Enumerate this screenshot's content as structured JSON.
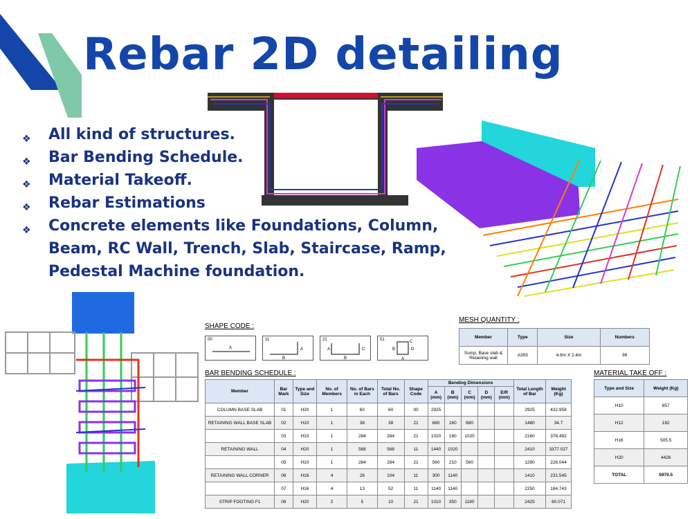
{
  "title": "Rebar 2D detailing",
  "bullets": [
    "All kind of structures.",
    "Bar Bending Schedule.",
    "Material Takeoff.",
    "Rebar Estimations",
    "Concrete elements like Foundations, Column, Beam, RC Wall, Trench, Slab, Staircase, Ramp, Pedestal  Machine foundation."
  ],
  "shape_code": {
    "label": "SHAPE CODE :",
    "codes": [
      "00",
      "11",
      "21",
      "51"
    ],
    "dims": [
      "A",
      "B",
      "C",
      "D"
    ]
  },
  "mesh_quantity": {
    "label": "MESH QUANTITY :",
    "headers": [
      "Member",
      "Type",
      "Size",
      "Numbers"
    ],
    "rows": [
      [
        "Sump, Base slab & Retaining wall",
        "A393",
        "4.8m X 2.4m",
        "98"
      ]
    ]
  },
  "material_takeoff": {
    "label": "MATERIAL TAKE OFF :",
    "headers": [
      "Type and Size",
      "Weight (Kg)"
    ],
    "rows": [
      [
        "H10",
        "857"
      ],
      [
        "H12",
        "182"
      ],
      [
        "H16",
        "505.5"
      ],
      [
        "H20",
        "4426"
      ]
    ],
    "total": [
      "TOTAL",
      "5970.5"
    ]
  },
  "bbs": {
    "label": "BAR BENDING SCHEDULE :",
    "headers": {
      "member": "Member",
      "bar_mark": "Bar Mark",
      "type_size": "Type and Size",
      "no_members": "No. of Members",
      "bars_each": "No. of Bars in Each",
      "total_bars": "Total No. of Bars",
      "shape_code": "Shape Code",
      "bending": "Bending Dimensions",
      "dims": [
        "A (mm)",
        "B (mm)",
        "C (mm)",
        "D (mm)",
        "E/R (mm)"
      ],
      "total_length": "Total Length of Bar",
      "weight": "Weight (Kg)"
    },
    "rows": [
      [
        "COLUMN BASE SLAB",
        "01",
        "H20",
        "1",
        "60",
        "60",
        "00",
        "2925",
        "",
        "",
        "",
        "",
        "2925",
        "432.958"
      ],
      [
        "RETAINING WALL BASE SLAB",
        "02",
        "H10",
        "1",
        "38",
        "38",
        "21",
        "680",
        "160",
        "680",
        "",
        "",
        "1480",
        "34.7"
      ],
      [
        "",
        "03",
        "H10",
        "1",
        "284",
        "284",
        "21",
        "1020",
        "160",
        "1020",
        "",
        "",
        "2160",
        "378.492"
      ],
      [
        "RETAINING WALL",
        "04",
        "H20",
        "1",
        "568",
        "568",
        "11",
        "1440",
        "1020",
        "",
        "",
        "",
        "2410",
        "3377.027"
      ],
      [
        "",
        "05",
        "H10",
        "1",
        "284",
        "284",
        "21",
        "560",
        "210",
        "560",
        "",
        "",
        "1290",
        "226.044"
      ],
      [
        "RETAINING WALL CORNER",
        "06",
        "H16",
        "4",
        "26",
        "104",
        "11",
        "300",
        "1140",
        "",
        "",
        "",
        "1410",
        "231.545"
      ],
      [
        "",
        "07",
        "H16",
        "4",
        "13",
        "52",
        "11",
        "1140",
        "1140",
        "",
        "",
        "",
        "2250",
        "184.743"
      ],
      [
        "STRIP FOOTING F1",
        "08",
        "H20",
        "2",
        "5",
        "10",
        "21",
        "1010",
        "350",
        "1180",
        "",
        "",
        "2425",
        "60.071"
      ]
    ]
  },
  "colors": {
    "title": "#1346a8",
    "bullet_text": "#1a3380",
    "logo_blue": "#1346a8",
    "logo_green": "#7fc8a9",
    "table_header": "#dce6f5"
  }
}
